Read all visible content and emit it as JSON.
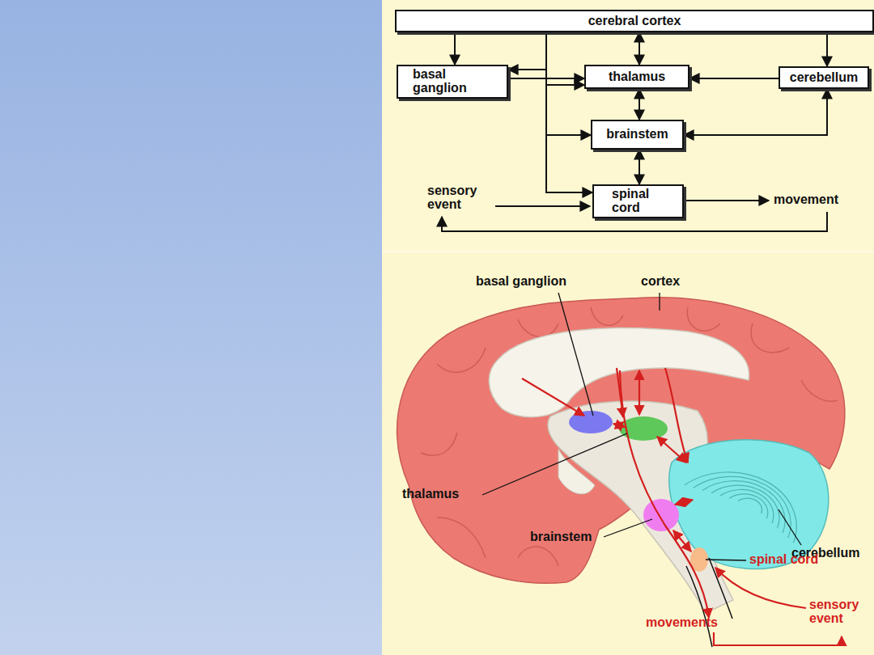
{
  "diagram": {
    "nodes": [
      {
        "text": [
          "cerebral cortex"
        ]
      },
      {
        "text": [
          "basal ganglion"
        ]
      },
      {
        "text": [
          "thalamus"
        ]
      },
      {
        "text": [
          "cerebellum"
        ]
      },
      {
        "text": [
          "brainstem"
        ]
      },
      {
        "text": [
          "spinal cord"
        ]
      }
    ],
    "edges": [
      {
        "from": 0,
        "to": 1,
        "arrow": "to"
      },
      {
        "from": 0,
        "to": 1,
        "arrow": "to"
      },
      {
        "from": 1,
        "to": 2,
        "arrow": "to"
      },
      {
        "from": 0,
        "to": 2,
        "arrow": "to"
      },
      {
        "from": 0,
        "to": 2,
        "arrow": "both"
      },
      {
        "from": 0,
        "to": 3,
        "arrow": "to"
      },
      {
        "from": 3,
        "to": 2,
        "arrow": "to"
      },
      {
        "from": 2,
        "to": 4,
        "arrow": "both"
      },
      {
        "from": 0,
        "to": 4,
        "arrow": "to"
      },
      {
        "from": 3,
        "to": 4,
        "arrow": "both"
      },
      {
        "from": 4,
        "to": 5,
        "arrow": "both"
      },
      {
        "from": 0,
        "to": 5,
        "arrow": "to"
      }
    ],
    "labels": [
      "sensory event",
      "movement",
      "basal ganglion",
      "cortex",
      "thalamus",
      "brainstem",
      "cerebellum",
      "spinal cord",
      "movements",
      "sensory event"
    ]
  }
}
